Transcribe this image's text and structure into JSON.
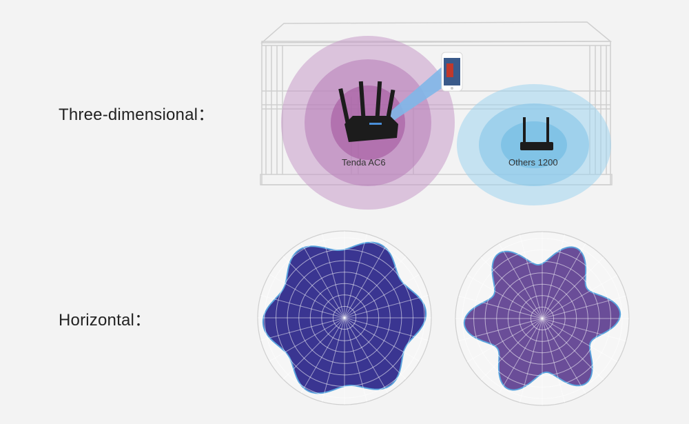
{
  "labels": {
    "three_dimensional": "Three-dimensional：",
    "horizontal": "Horizontal："
  },
  "devices": {
    "tenda": "Tenda AC6",
    "others": "Others 1200"
  },
  "colors": {
    "background": "#f3f3f3",
    "tenda_coverage": "#c79bc8",
    "others_coverage": "#9fd3ee",
    "tenda_pattern_fill": "#3a3591",
    "others_pattern_fill": "#6a4d98",
    "pattern_outline": "#5aa3dd",
    "grid": "#cfcfcf"
  },
  "chart_data": {
    "type": "polar-pattern",
    "series": [
      {
        "label_ref": "Tenda AC6",
        "lobes": 6,
        "mean_radius": 0.86,
        "lobe_amplitude": 0.08
      },
      {
        "label_ref": "Others 1200",
        "lobes": 6,
        "mean_radius": 0.76,
        "lobe_amplitude": 0.14
      }
    ],
    "grid": true
  }
}
